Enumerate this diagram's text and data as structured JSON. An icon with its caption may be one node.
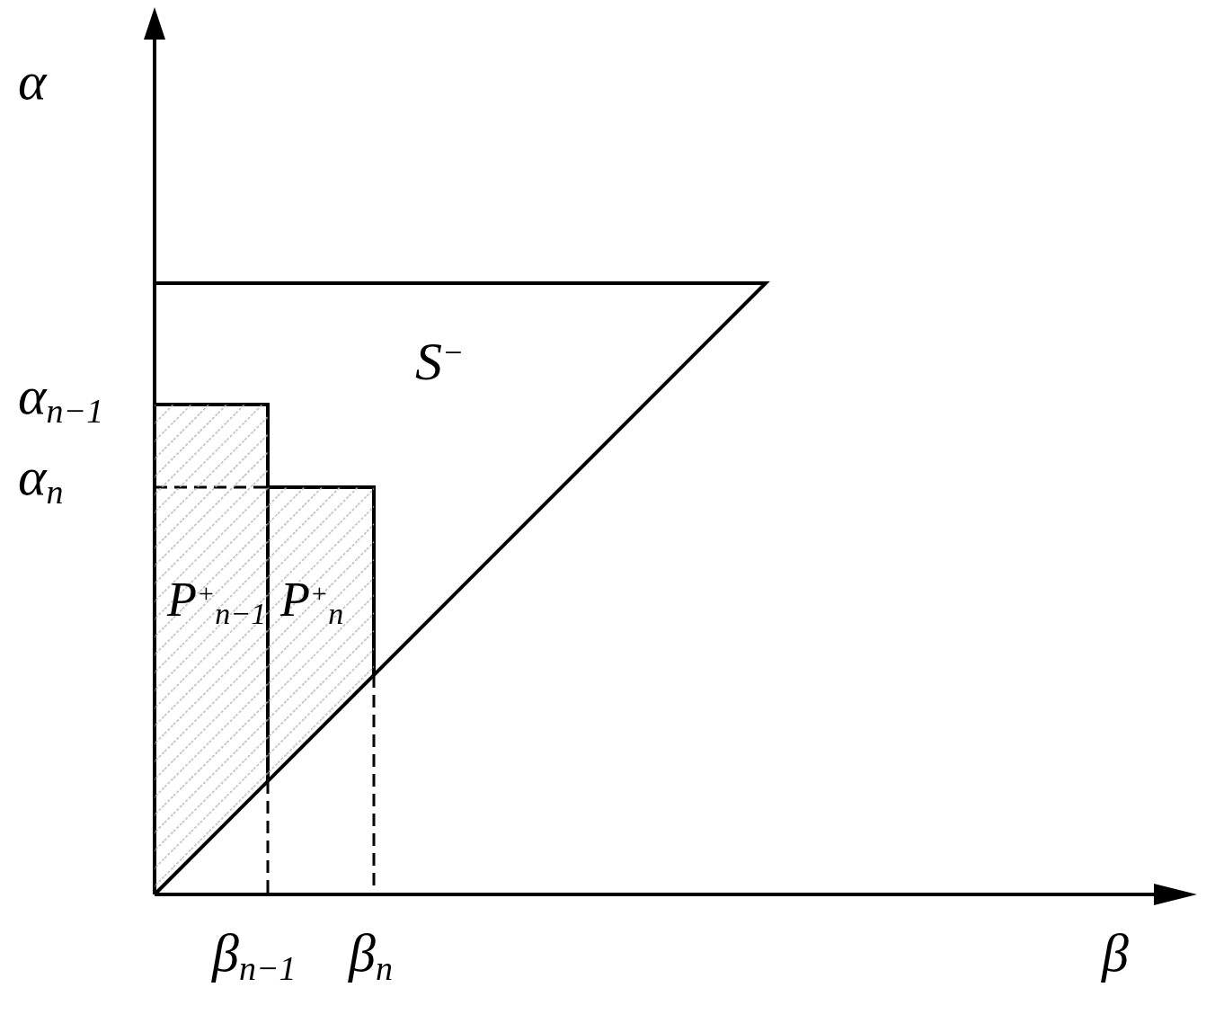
{
  "diagram": {
    "nodes": [
      {
        "text": [
          "P$^{+}$$_{n−1}$"
        ]
      },
      {
        "text": [
          "P$^{+}$$_{n}$"
        ]
      }
    ],
    "labels": [
      "α",
      "S$^{−}$",
      "α$_{n−1}$",
      "α$_{n}$",
      "β$_{n−1}$",
      "β$_{n}$",
      "β"
    ]
  }
}
